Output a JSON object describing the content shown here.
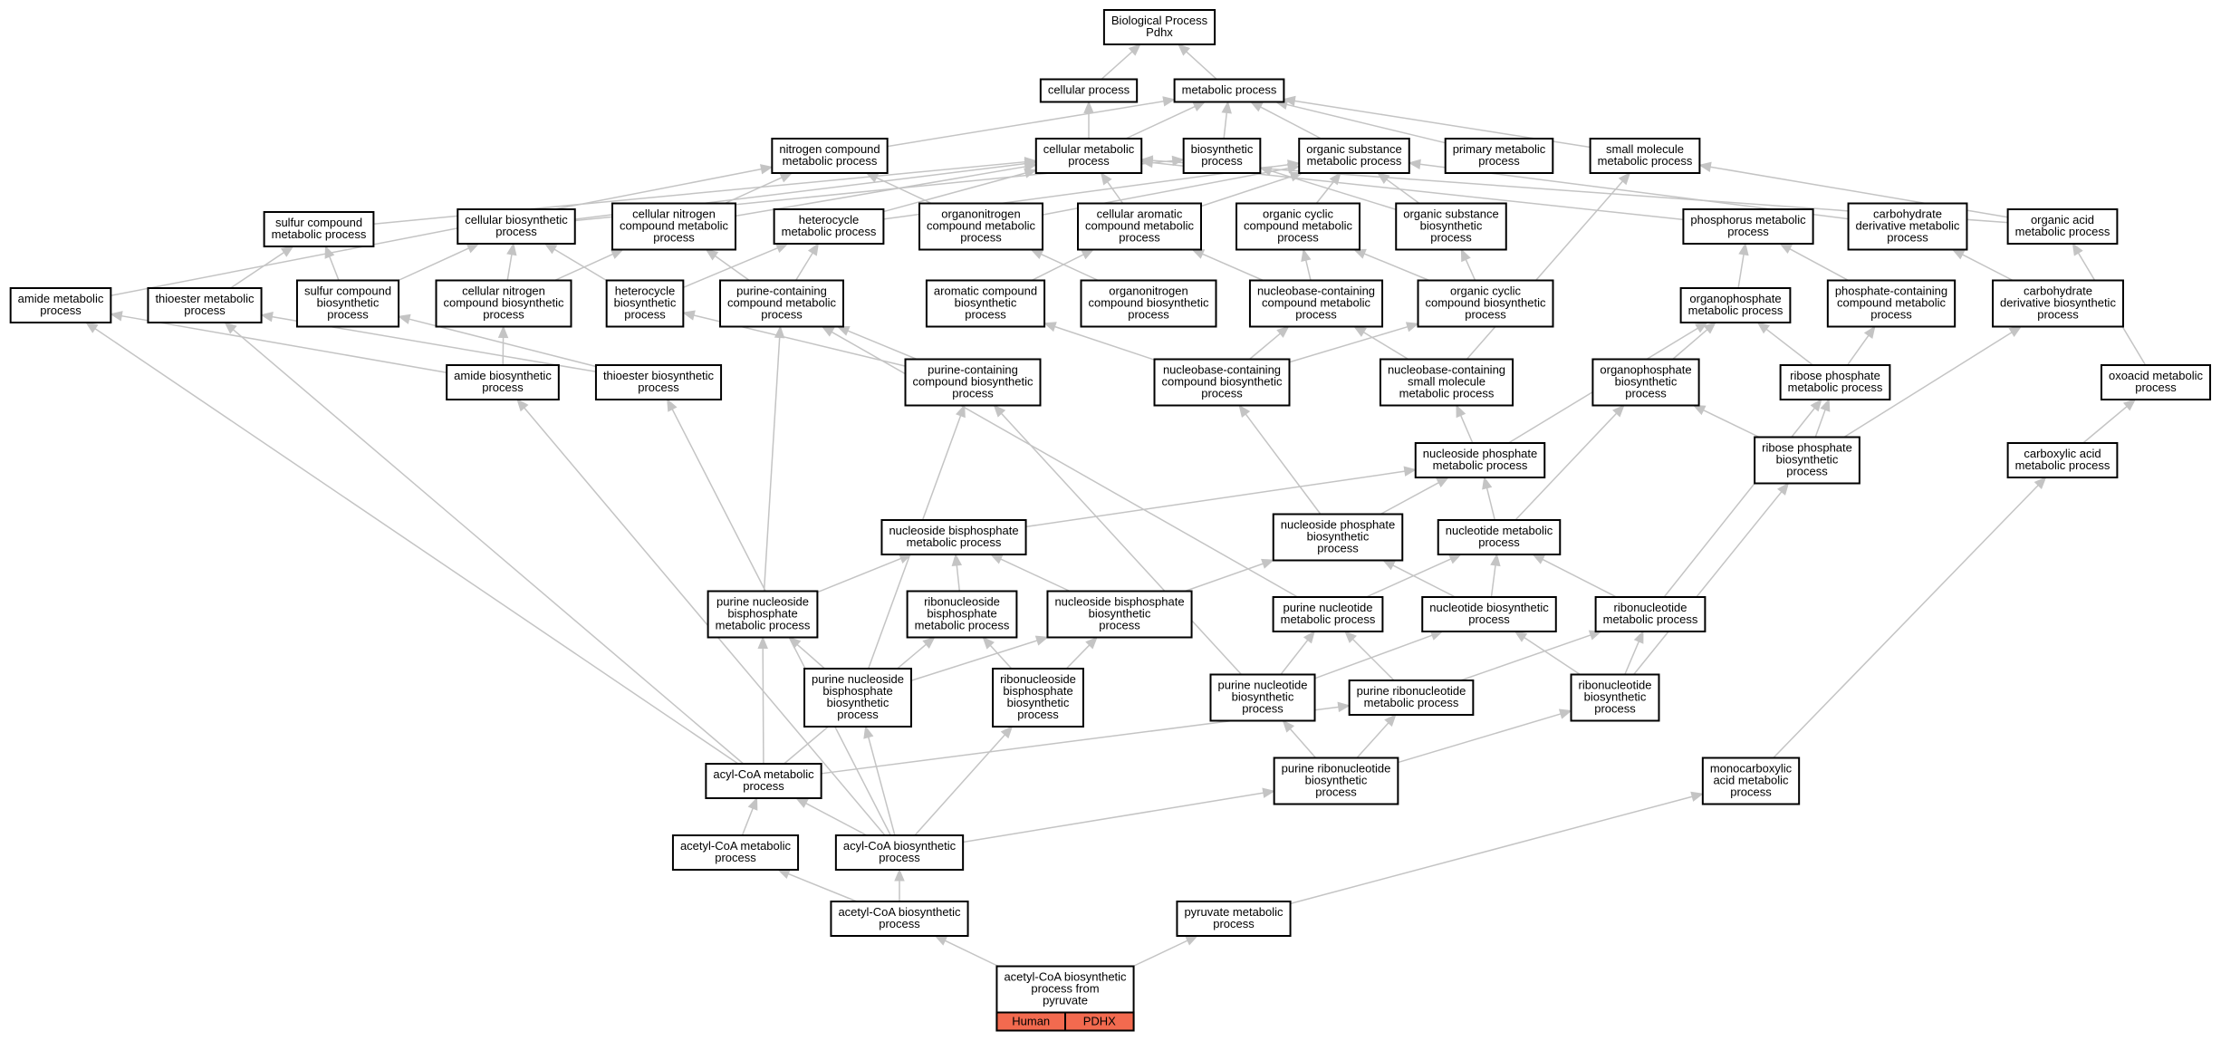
{
  "graph": {
    "colors": {
      "edge": "#c4c4c4",
      "node_border": "#000000",
      "node_fill": "#ffffff",
      "tag_fill": "#f26a4f"
    },
    "nodes": [
      {
        "id": "root",
        "lines": [
          "Biological Process",
          "Pdhx"
        ]
      },
      {
        "id": "cellular_process",
        "lines": [
          "cellular process"
        ]
      },
      {
        "id": "metabolic_process",
        "lines": [
          "metabolic process"
        ]
      },
      {
        "id": "nitrogen_compound_mp",
        "lines": [
          "nitrogen compound",
          "metabolic process"
        ]
      },
      {
        "id": "cellular_mp",
        "lines": [
          "cellular metabolic",
          "process"
        ]
      },
      {
        "id": "biosynthetic_process",
        "lines": [
          "biosynthetic",
          "process"
        ]
      },
      {
        "id": "organic_substance_mp",
        "lines": [
          "organic substance",
          "metabolic process"
        ]
      },
      {
        "id": "primary_mp",
        "lines": [
          "primary metabolic",
          "process"
        ]
      },
      {
        "id": "small_molecule_mp",
        "lines": [
          "small molecule",
          "metabolic process"
        ]
      },
      {
        "id": "sulfur_compound_mp",
        "lines": [
          "sulfur compound",
          "metabolic process"
        ]
      },
      {
        "id": "cellular_biosynthetic",
        "lines": [
          "cellular biosynthetic",
          "process"
        ]
      },
      {
        "id": "cellular_nitrogen_cmp",
        "lines": [
          "cellular nitrogen",
          "compound metabolic",
          "process"
        ]
      },
      {
        "id": "heterocycle_mp",
        "lines": [
          "heterocycle",
          "metabolic process"
        ]
      },
      {
        "id": "organonitrogen_cmp",
        "lines": [
          "organonitrogen",
          "compound metabolic",
          "process"
        ]
      },
      {
        "id": "cellular_aromatic_cmp",
        "lines": [
          "cellular aromatic",
          "compound metabolic",
          "process"
        ]
      },
      {
        "id": "organic_cyclic_cmp",
        "lines": [
          "organic cyclic",
          "compound metabolic",
          "process"
        ]
      },
      {
        "id": "organic_substance_bp",
        "lines": [
          "organic substance",
          "biosynthetic",
          "process"
        ]
      },
      {
        "id": "phosphorus_mp",
        "lines": [
          "phosphorus metabolic",
          "process"
        ]
      },
      {
        "id": "carbohydrate_deriv_mp",
        "lines": [
          "carbohydrate",
          "derivative metabolic",
          "process"
        ]
      },
      {
        "id": "organic_acid_mp",
        "lines": [
          "organic acid",
          "metabolic process"
        ]
      },
      {
        "id": "amide_mp",
        "lines": [
          "amide metabolic",
          "process"
        ]
      },
      {
        "id": "thioester_mp",
        "lines": [
          "thioester metabolic",
          "process"
        ]
      },
      {
        "id": "sulfur_compound_bp",
        "lines": [
          "sulfur compound",
          "biosynthetic",
          "process"
        ]
      },
      {
        "id": "cellular_nitrogen_cbp",
        "lines": [
          "cellular nitrogen",
          "compound biosynthetic",
          "process"
        ]
      },
      {
        "id": "heterocycle_bp",
        "lines": [
          "heterocycle",
          "biosynthetic",
          "process"
        ]
      },
      {
        "id": "purine_containing_cmp",
        "lines": [
          "purine-containing",
          "compound metabolic",
          "process"
        ]
      },
      {
        "id": "aromatic_compound_bp",
        "lines": [
          "aromatic compound",
          "biosynthetic",
          "process"
        ]
      },
      {
        "id": "organonitrogen_cbp",
        "lines": [
          "organonitrogen",
          "compound biosynthetic",
          "process"
        ]
      },
      {
        "id": "nucleobase_containing_cmp",
        "lines": [
          "nucleobase-containing",
          "compound metabolic",
          "process"
        ]
      },
      {
        "id": "organic_cyclic_cbp",
        "lines": [
          "organic cyclic",
          "compound biosynthetic",
          "process"
        ]
      },
      {
        "id": "organophosphate_mp",
        "lines": [
          "organophosphate",
          "metabolic process"
        ]
      },
      {
        "id": "phosphate_containing_cmp",
        "lines": [
          "phosphate-containing",
          "compound metabolic",
          "process"
        ]
      },
      {
        "id": "carbohydrate_deriv_bp",
        "lines": [
          "carbohydrate",
          "derivative biosynthetic",
          "process"
        ]
      },
      {
        "id": "amide_bp",
        "lines": [
          "amide biosynthetic",
          "process"
        ]
      },
      {
        "id": "thioester_bp",
        "lines": [
          "thioester biosynthetic",
          "process"
        ]
      },
      {
        "id": "purine_containing_cbp",
        "lines": [
          "purine-containing",
          "compound biosynthetic",
          "process"
        ]
      },
      {
        "id": "nucleobase_containing_cbp",
        "lines": [
          "nucleobase-containing",
          "compound biosynthetic",
          "process"
        ]
      },
      {
        "id": "nucleobase_small_mol_mp",
        "lines": [
          "nucleobase-containing",
          "small molecule",
          "metabolic process"
        ]
      },
      {
        "id": "organophosphate_bp",
        "lines": [
          "organophosphate",
          "biosynthetic",
          "process"
        ]
      },
      {
        "id": "ribose_phosphate_mp",
        "lines": [
          "ribose phosphate",
          "metabolic process"
        ]
      },
      {
        "id": "oxoacid_mp",
        "lines": [
          "oxoacid metabolic",
          "process"
        ]
      },
      {
        "id": "nucleoside_phosphate_mp",
        "lines": [
          "nucleoside phosphate",
          "metabolic process"
        ]
      },
      {
        "id": "ribose_phosphate_bp",
        "lines": [
          "ribose phosphate",
          "biosynthetic",
          "process"
        ]
      },
      {
        "id": "carboxylic_acid_mp",
        "lines": [
          "carboxylic acid",
          "metabolic process"
        ]
      },
      {
        "id": "nucleoside_bisphosphate_mp",
        "lines": [
          "nucleoside bisphosphate",
          "metabolic process"
        ]
      },
      {
        "id": "nucleoside_phosphate_bp",
        "lines": [
          "nucleoside phosphate",
          "biosynthetic",
          "process"
        ]
      },
      {
        "id": "nucleotide_mp",
        "lines": [
          "nucleotide metabolic",
          "process"
        ]
      },
      {
        "id": "purine_nucleoside_bisph_mp",
        "lines": [
          "purine nucleoside",
          "bisphosphate",
          "metabolic process"
        ]
      },
      {
        "id": "ribonucleoside_bisph_mp",
        "lines": [
          "ribonucleoside",
          "bisphosphate",
          "metabolic process"
        ]
      },
      {
        "id": "nucleoside_bisph_bp",
        "lines": [
          "nucleoside bisphosphate",
          "biosynthetic",
          "process"
        ]
      },
      {
        "id": "purine_nucleotide_mp",
        "lines": [
          "purine nucleotide",
          "metabolic process"
        ]
      },
      {
        "id": "nucleotide_bp",
        "lines": [
          "nucleotide biosynthetic",
          "process"
        ]
      },
      {
        "id": "ribonucleotide_mp",
        "lines": [
          "ribonucleotide",
          "metabolic process"
        ]
      },
      {
        "id": "purine_nucleoside_bisph_bp",
        "lines": [
          "purine nucleoside",
          "bisphosphate",
          "biosynthetic",
          "process"
        ]
      },
      {
        "id": "ribonucleoside_bisph_bp",
        "lines": [
          "ribonucleoside",
          "bisphosphate",
          "biosynthetic",
          "process"
        ]
      },
      {
        "id": "purine_nucleotide_bp",
        "lines": [
          "purine nucleotide",
          "biosynthetic",
          "process"
        ]
      },
      {
        "id": "purine_ribonucleotide_mp",
        "lines": [
          "purine ribonucleotide",
          "metabolic process"
        ]
      },
      {
        "id": "ribonucleotide_bp",
        "lines": [
          "ribonucleotide",
          "biosynthetic",
          "process"
        ]
      },
      {
        "id": "acyl_coa_mp",
        "lines": [
          "acyl-CoA metabolic",
          "process"
        ]
      },
      {
        "id": "purine_ribonucleotide_bp",
        "lines": [
          "purine ribonucleotide",
          "biosynthetic",
          "process"
        ]
      },
      {
        "id": "monocarboxylic_acid_mp",
        "lines": [
          "monocarboxylic",
          "acid metabolic",
          "process"
        ]
      },
      {
        "id": "acetyl_coa_mp",
        "lines": [
          "acetyl-CoA metabolic",
          "process"
        ]
      },
      {
        "id": "acyl_coa_bp",
        "lines": [
          "acyl-CoA biosynthetic",
          "process"
        ]
      },
      {
        "id": "acetyl_coa_bp",
        "lines": [
          "acetyl-CoA biosynthetic",
          "process"
        ]
      },
      {
        "id": "pyruvate_mp",
        "lines": [
          "pyruvate metabolic",
          "process"
        ]
      },
      {
        "id": "target",
        "lines": [
          "acetyl-CoA biosynthetic",
          "process from",
          "pyruvate"
        ],
        "tags": [
          "Human",
          "PDHX"
        ]
      }
    ],
    "edges": [
      [
        "cellular_process",
        "root"
      ],
      [
        "metabolic_process",
        "root"
      ],
      [
        "nitrogen_compound_mp",
        "metabolic_process"
      ],
      [
        "cellular_mp",
        "cellular_process"
      ],
      [
        "cellular_mp",
        "metabolic_process"
      ],
      [
        "biosynthetic_process",
        "metabolic_process"
      ],
      [
        "organic_substance_mp",
        "metabolic_process"
      ],
      [
        "primary_mp",
        "metabolic_process"
      ],
      [
        "small_molecule_mp",
        "metabolic_process"
      ],
      [
        "sulfur_compound_mp",
        "cellular_mp"
      ],
      [
        "cellular_biosynthetic",
        "cellular_mp"
      ],
      [
        "cellular_biosynthetic",
        "biosynthetic_process"
      ],
      [
        "cellular_nitrogen_cmp",
        "nitrogen_compound_mp"
      ],
      [
        "cellular_nitrogen_cmp",
        "cellular_mp"
      ],
      [
        "heterocycle_mp",
        "cellular_mp"
      ],
      [
        "heterocycle_mp",
        "organic_substance_mp"
      ],
      [
        "organonitrogen_cmp",
        "nitrogen_compound_mp"
      ],
      [
        "organonitrogen_cmp",
        "organic_substance_mp"
      ],
      [
        "cellular_aromatic_cmp",
        "cellular_mp"
      ],
      [
        "cellular_aromatic_cmp",
        "organic_substance_mp"
      ],
      [
        "organic_cyclic_cmp",
        "organic_substance_mp"
      ],
      [
        "organic_substance_bp",
        "organic_substance_mp"
      ],
      [
        "organic_substance_bp",
        "biosynthetic_process"
      ],
      [
        "phosphorus_mp",
        "cellular_mp"
      ],
      [
        "carbohydrate_deriv_mp",
        "organic_substance_mp"
      ],
      [
        "organic_acid_mp",
        "small_molecule_mp"
      ],
      [
        "organic_acid_mp",
        "cellular_mp"
      ],
      [
        "amide_mp",
        "nitrogen_compound_mp"
      ],
      [
        "thioester_mp",
        "sulfur_compound_mp"
      ],
      [
        "sulfur_compound_bp",
        "sulfur_compound_mp"
      ],
      [
        "sulfur_compound_bp",
        "cellular_biosynthetic"
      ],
      [
        "cellular_nitrogen_cbp",
        "cellular_nitrogen_cmp"
      ],
      [
        "cellular_nitrogen_cbp",
        "cellular_biosynthetic"
      ],
      [
        "heterocycle_bp",
        "heterocycle_mp"
      ],
      [
        "heterocycle_bp",
        "cellular_biosynthetic"
      ],
      [
        "purine_containing_cmp",
        "heterocycle_mp"
      ],
      [
        "purine_containing_cmp",
        "cellular_nitrogen_cmp"
      ],
      [
        "aromatic_compound_bp",
        "cellular_aromatic_cmp"
      ],
      [
        "organonitrogen_cbp",
        "organonitrogen_cmp"
      ],
      [
        "nucleobase_containing_cmp",
        "cellular_aromatic_cmp"
      ],
      [
        "nucleobase_containing_cmp",
        "organic_cyclic_cmp"
      ],
      [
        "organic_cyclic_cbp",
        "organic_cyclic_cmp"
      ],
      [
        "organic_cyclic_cbp",
        "organic_substance_bp"
      ],
      [
        "organophosphate_mp",
        "phosphorus_mp"
      ],
      [
        "phosphate_containing_cmp",
        "phosphorus_mp"
      ],
      [
        "carbohydrate_deriv_bp",
        "carbohydrate_deriv_mp"
      ],
      [
        "amide_bp",
        "amide_mp"
      ],
      [
        "amide_bp",
        "cellular_nitrogen_cbp"
      ],
      [
        "thioester_bp",
        "thioester_mp"
      ],
      [
        "thioester_bp",
        "sulfur_compound_bp"
      ],
      [
        "purine_containing_cbp",
        "purine_containing_cmp"
      ],
      [
        "purine_containing_cbp",
        "heterocycle_bp"
      ],
      [
        "nucleobase_containing_cbp",
        "nucleobase_containing_cmp"
      ],
      [
        "nucleobase_containing_cbp",
        "aromatic_compound_bp"
      ],
      [
        "nucleobase_containing_cbp",
        "organic_cyclic_cbp"
      ],
      [
        "nucleobase_small_mol_mp",
        "nucleobase_containing_cmp"
      ],
      [
        "nucleobase_small_mol_mp",
        "small_molecule_mp"
      ],
      [
        "organophosphate_bp",
        "organophosphate_mp"
      ],
      [
        "ribose_phosphate_mp",
        "phosphate_containing_cmp"
      ],
      [
        "ribose_phosphate_mp",
        "organophosphate_mp"
      ],
      [
        "oxoacid_mp",
        "organic_acid_mp"
      ],
      [
        "nucleoside_phosphate_mp",
        "nucleobase_small_mol_mp"
      ],
      [
        "nucleoside_phosphate_mp",
        "organophosphate_mp"
      ],
      [
        "ribose_phosphate_bp",
        "ribose_phosphate_mp"
      ],
      [
        "ribose_phosphate_bp",
        "organophosphate_bp"
      ],
      [
        "ribose_phosphate_bp",
        "carbohydrate_deriv_bp"
      ],
      [
        "carboxylic_acid_mp",
        "oxoacid_mp"
      ],
      [
        "nucleoside_bisphosphate_mp",
        "nucleoside_phosphate_mp"
      ],
      [
        "nucleoside_phosphate_bp",
        "nucleoside_phosphate_mp"
      ],
      [
        "nucleoside_phosphate_bp",
        "nucleobase_containing_cbp"
      ],
      [
        "nucleotide_mp",
        "nucleoside_phosphate_mp"
      ],
      [
        "nucleotide_mp",
        "organophosphate_bp"
      ],
      [
        "purine_nucleoside_bisph_mp",
        "nucleoside_bisphosphate_mp"
      ],
      [
        "purine_nucleoside_bisph_mp",
        "purine_containing_cmp"
      ],
      [
        "ribonucleoside_bisph_mp",
        "nucleoside_bisphosphate_mp"
      ],
      [
        "nucleoside_bisph_bp",
        "nucleoside_bisphosphate_mp"
      ],
      [
        "nucleoside_bisph_bp",
        "nucleoside_phosphate_bp"
      ],
      [
        "purine_nucleotide_mp",
        "nucleotide_mp"
      ],
      [
        "purine_nucleotide_mp",
        "purine_containing_cmp"
      ],
      [
        "nucleotide_bp",
        "nucleotide_mp"
      ],
      [
        "nucleotide_bp",
        "nucleoside_phosphate_bp"
      ],
      [
        "ribonucleotide_mp",
        "nucleotide_mp"
      ],
      [
        "ribonucleotide_mp",
        "ribose_phosphate_mp"
      ],
      [
        "purine_nucleoside_bisph_bp",
        "purine_nucleoside_bisph_mp"
      ],
      [
        "purine_nucleoside_bisph_bp",
        "nucleoside_bisph_bp"
      ],
      [
        "purine_nucleoside_bisph_bp",
        "purine_containing_cbp"
      ],
      [
        "ribonucleoside_bisph_bp",
        "ribonucleoside_bisph_mp"
      ],
      [
        "ribonucleoside_bisph_bp",
        "nucleoside_bisph_bp"
      ],
      [
        "purine_nucleotide_bp",
        "purine_nucleotide_mp"
      ],
      [
        "purine_nucleotide_bp",
        "nucleotide_bp"
      ],
      [
        "purine_nucleotide_bp",
        "purine_containing_cbp"
      ],
      [
        "purine_ribonucleotide_mp",
        "purine_nucleotide_mp"
      ],
      [
        "purine_ribonucleotide_mp",
        "ribonucleotide_mp"
      ],
      [
        "ribonucleotide_bp",
        "ribonucleotide_mp"
      ],
      [
        "ribonucleotide_bp",
        "nucleotide_bp"
      ],
      [
        "ribonucleotide_bp",
        "ribose_phosphate_bp"
      ],
      [
        "acyl_coa_mp",
        "purine_nucleoside_bisph_mp"
      ],
      [
        "acyl_coa_mp",
        "ribonucleoside_bisph_mp"
      ],
      [
        "acyl_coa_mp",
        "purine_ribonucleotide_mp"
      ],
      [
        "acyl_coa_mp",
        "amide_mp"
      ],
      [
        "acyl_coa_mp",
        "thioester_mp"
      ],
      [
        "purine_ribonucleotide_bp",
        "purine_ribonucleotide_mp"
      ],
      [
        "purine_ribonucleotide_bp",
        "purine_nucleotide_bp"
      ],
      [
        "purine_ribonucleotide_bp",
        "ribonucleotide_bp"
      ],
      [
        "monocarboxylic_acid_mp",
        "carboxylic_acid_mp"
      ],
      [
        "acetyl_coa_mp",
        "acyl_coa_mp"
      ],
      [
        "acyl_coa_bp",
        "acyl_coa_mp"
      ],
      [
        "acyl_coa_bp",
        "purine_nucleoside_bisph_bp"
      ],
      [
        "acyl_coa_bp",
        "ribonucleoside_bisph_bp"
      ],
      [
        "acyl_coa_bp",
        "purine_ribonucleotide_bp"
      ],
      [
        "acyl_coa_bp",
        "amide_bp"
      ],
      [
        "acyl_coa_bp",
        "thioester_bp"
      ],
      [
        "acetyl_coa_bp",
        "acetyl_coa_mp"
      ],
      [
        "acetyl_coa_bp",
        "acyl_coa_bp"
      ],
      [
        "pyruvate_mp",
        "monocarboxylic_acid_mp"
      ],
      [
        "target",
        "acetyl_coa_bp"
      ],
      [
        "target",
        "pyruvate_mp"
      ]
    ]
  }
}
